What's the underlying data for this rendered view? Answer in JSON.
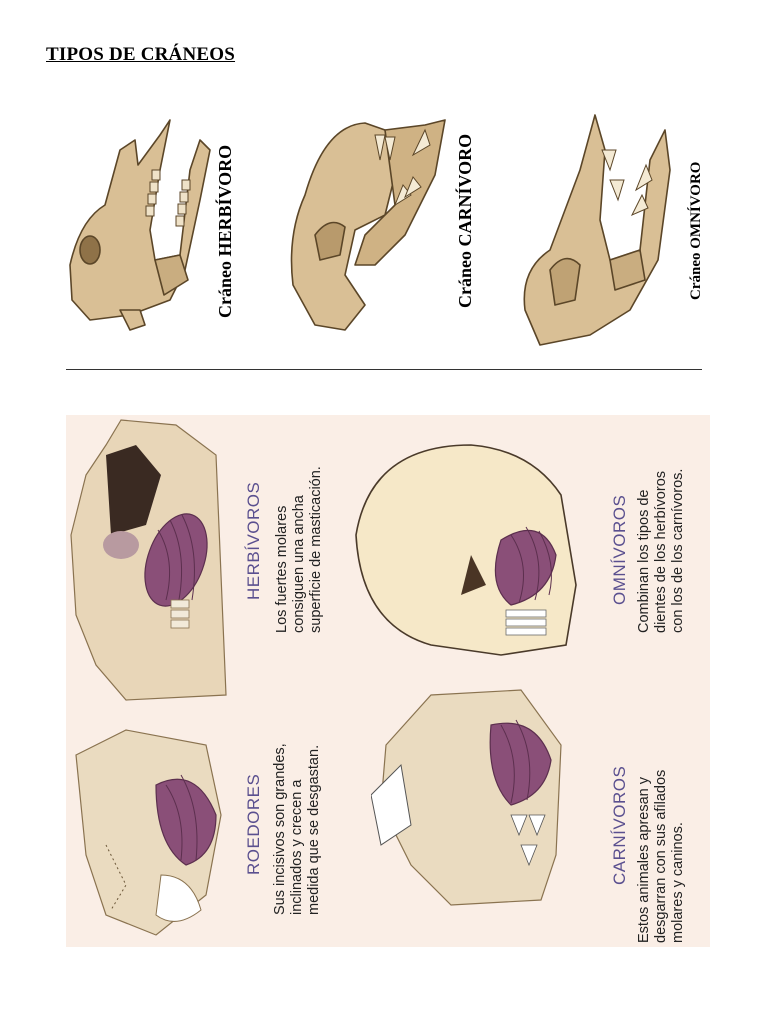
{
  "page_title": "TIPOS DE CRÁNEOS",
  "skulls": [
    {
      "prefix": "Cráneo ",
      "name": "HERBÍVORO"
    },
    {
      "prefix": "Cráneo ",
      "name": "CARNÍVORO"
    },
    {
      "prefix": "Cráneo ",
      "name": "OMNÍVORO"
    }
  ],
  "illustration": {
    "herbivoros": {
      "heading": "HERBÍVOROS",
      "text": "Los fuertes molares\nconsiguen una ancha\nsuperficie de masticación."
    },
    "roedores": {
      "heading": "ROEDORES",
      "text": "Sus incisivos son grandes,\ninclinados y crecen a\nmedida que se desgastan."
    },
    "omnivoros": {
      "heading": "OMNÍVOROS",
      "text": "Combinan los tipos de\ndientes de los herbívoros\ncon los de los carnívoros."
    },
    "carnivoros": {
      "heading": "CARNÍVOROS",
      "text": "Estos animales apresan y\ndesgarran con sus afilados\nmolares y caninos."
    }
  },
  "colors": {
    "bone": "#d9bf95",
    "bone_dark": "#a98b5c",
    "muscle": "#8a4f78",
    "panel_bg": "#faeee6",
    "heading": "#5a4f8f"
  }
}
